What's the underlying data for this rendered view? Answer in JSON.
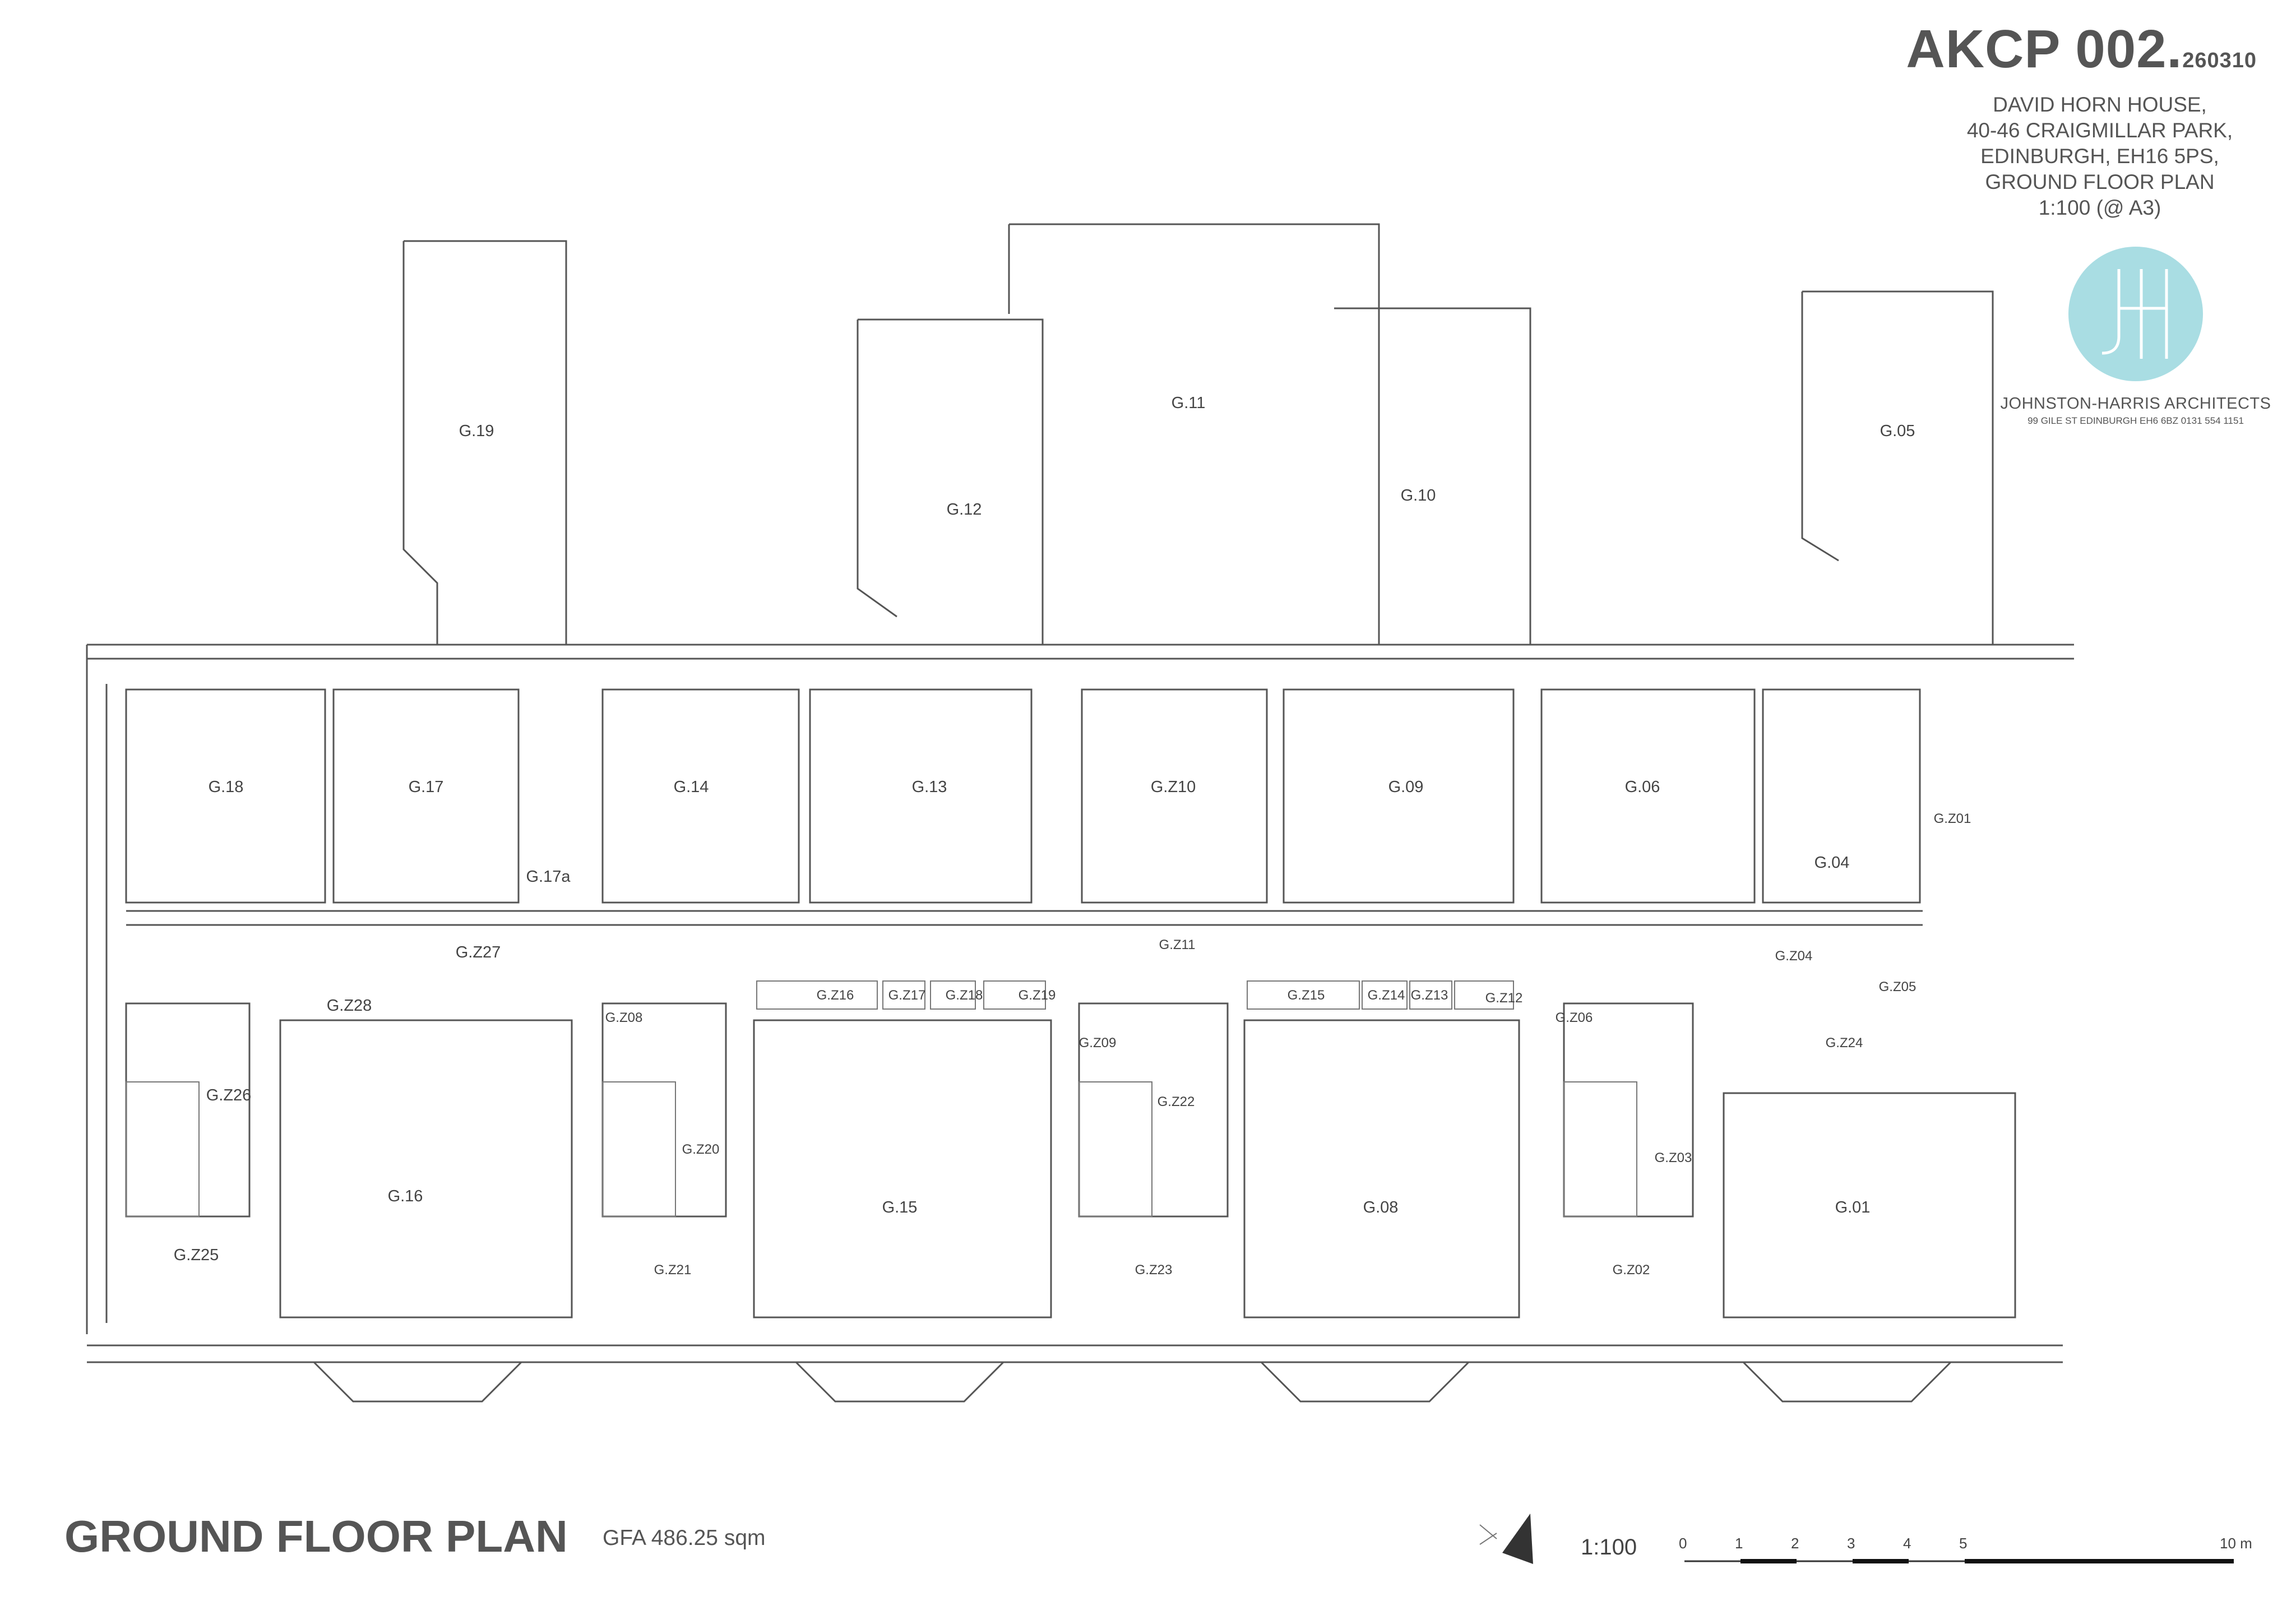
{
  "title_block": {
    "project_code": "AKCP 002.",
    "revision": "260310",
    "address_lines": [
      "DAVID HORN HOUSE,",
      "40-46 CRAIGMILLAR PARK,",
      "EDINBURGH, EH16 5PS,",
      "GROUND FLOOR PLAN",
      "1:100 (@ A3)"
    ]
  },
  "logo": {
    "name": "JOHNSTON-HARRIS ARCHITECTS",
    "address": "99 GILE ST EDINBURGH EH6 6BZ 0131 554 1151",
    "color": "#a9dde3"
  },
  "plan": {
    "title": "GROUND FLOOR PLAN",
    "gfa": "GFA 486.25 sqm",
    "scale": "1:100",
    "scale_ticks": [
      "0",
      "1",
      "2",
      "3",
      "4",
      "5",
      "10 m"
    ]
  },
  "rooms": [
    "G.19",
    "G.11",
    "G.12",
    "G.10",
    "G.05",
    "G.18",
    "G.17",
    "G.14",
    "G.13",
    "G.Z10",
    "G.09",
    "G.06",
    "G.Z01",
    "G.04",
    "G.17a",
    "G.Z27",
    "G.Z11",
    "G.Z04",
    "G.Z05",
    "G.Z28",
    "G.Z08",
    "G.Z16",
    "G.Z17",
    "G.Z18",
    "G.Z19",
    "G.Z15",
    "G.Z14",
    "G.Z13",
    "G.Z12",
    "G.Z06",
    "G.Z09",
    "G.Z24",
    "G.Z26",
    "G.Z22",
    "G.Z20",
    "G.Z03",
    "G.16",
    "G.15",
    "G.08",
    "G.01",
    "G.Z25",
    "G.Z21",
    "G.Z23",
    "G.Z02"
  ]
}
